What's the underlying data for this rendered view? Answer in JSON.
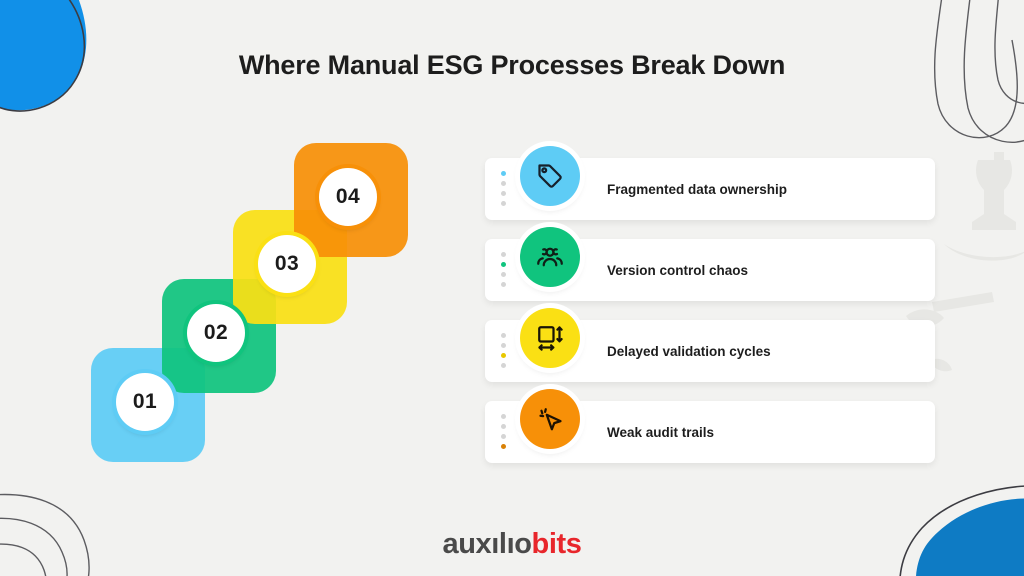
{
  "page": {
    "title": "Where Manual ESG Processes Break Down",
    "background_color": "#f2f2f0"
  },
  "steps": [
    {
      "number": "01",
      "color": "#5ECCF5"
    },
    {
      "number": "02",
      "color": "#10C47E"
    },
    {
      "number": "03",
      "color": "#FAE014"
    },
    {
      "number": "04",
      "color": "#F79008"
    }
  ],
  "cards": [
    {
      "label": "Fragmented data ownership",
      "color": "#5ECCF5",
      "icon": "tag-icon",
      "active_dot": 1
    },
    {
      "label": "Version control chaos",
      "color": "#10C47E",
      "icon": "people-icon",
      "active_dot": 2
    },
    {
      "label": "Delayed validation cycles",
      "color": "#FAE014",
      "icon": "dimensions-icon",
      "active_dot": 3
    },
    {
      "label": "Weak audit trails",
      "color": "#F79008",
      "icon": "cursor-icon",
      "active_dot": 4
    }
  ],
  "logo": {
    "primary": "auxılıo",
    "accent": "bits",
    "primary_color": "#4a4a4a",
    "accent_color": "#E8262B"
  }
}
